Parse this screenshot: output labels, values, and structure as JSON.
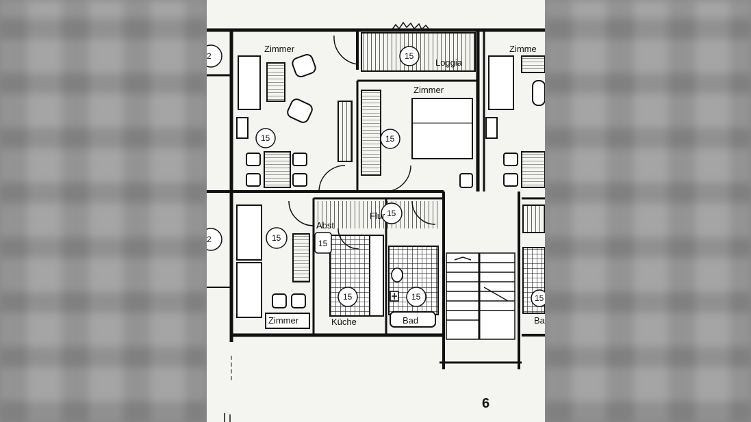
{
  "rooms": {
    "zimmer_top_left": "Zimmer",
    "zimmer_top_right": "Zimmer",
    "zimmer_neighbor": "Zimme",
    "loggia": "Loggia",
    "flur": "Flur",
    "abst": "Abst",
    "zimmer_bottom_left": "Zimmer",
    "kueche": "Küche",
    "bad": "Bad",
    "bad_neighbor": "Ba"
  },
  "markers": {
    "m_loggia": "15",
    "m_left": "15",
    "m_bed": "15",
    "m_flur": "15",
    "m_bottom_left": "15",
    "m_abst": "15",
    "m_kueche": "15",
    "m_bad": "15",
    "m_edge_top": "2",
    "m_edge_mid": "2",
    "m_neighbor": "15"
  },
  "page_number": "6"
}
